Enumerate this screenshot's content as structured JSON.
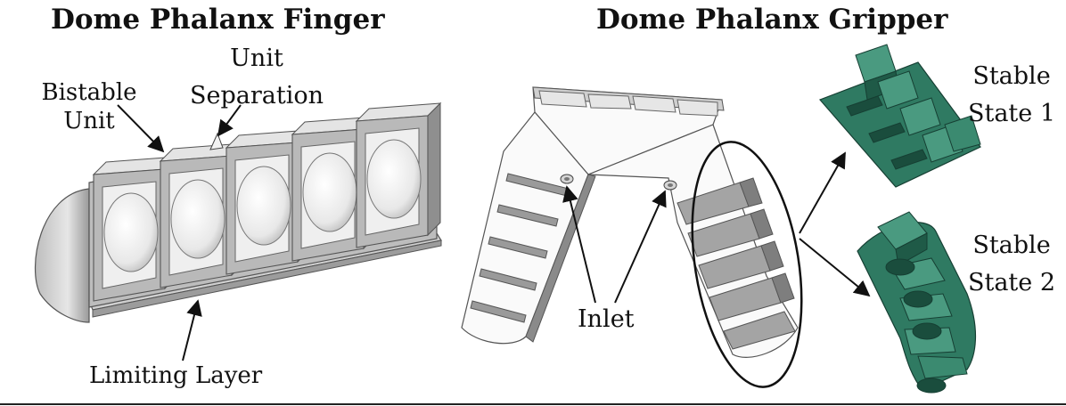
{
  "left_title": "Dome Phalanx Finger",
  "right_title": "Dome Phalanx Gripper",
  "labels": {
    "bistable_unit_1": "Bistable",
    "bistable_unit_2": "Unit",
    "unit_separation_1": "Unit",
    "unit_separation_2": "Separation",
    "limiting_layer": "Limiting Layer",
    "inlet": "Inlet",
    "stable_state_1_a": "Stable",
    "stable_state_1_b": "State 1",
    "stable_state_2_a": "Stable",
    "stable_state_2_b": "State 2"
  },
  "colors": {
    "finger_light": "#d9d9d9",
    "finger_mid": "#a9a9a9",
    "finger_dark": "#7a7a7a",
    "gripper_green": "#2f7a62",
    "gripper_green_dark": "#1f5a47",
    "gripper_green_light": "#4a9a80"
  }
}
